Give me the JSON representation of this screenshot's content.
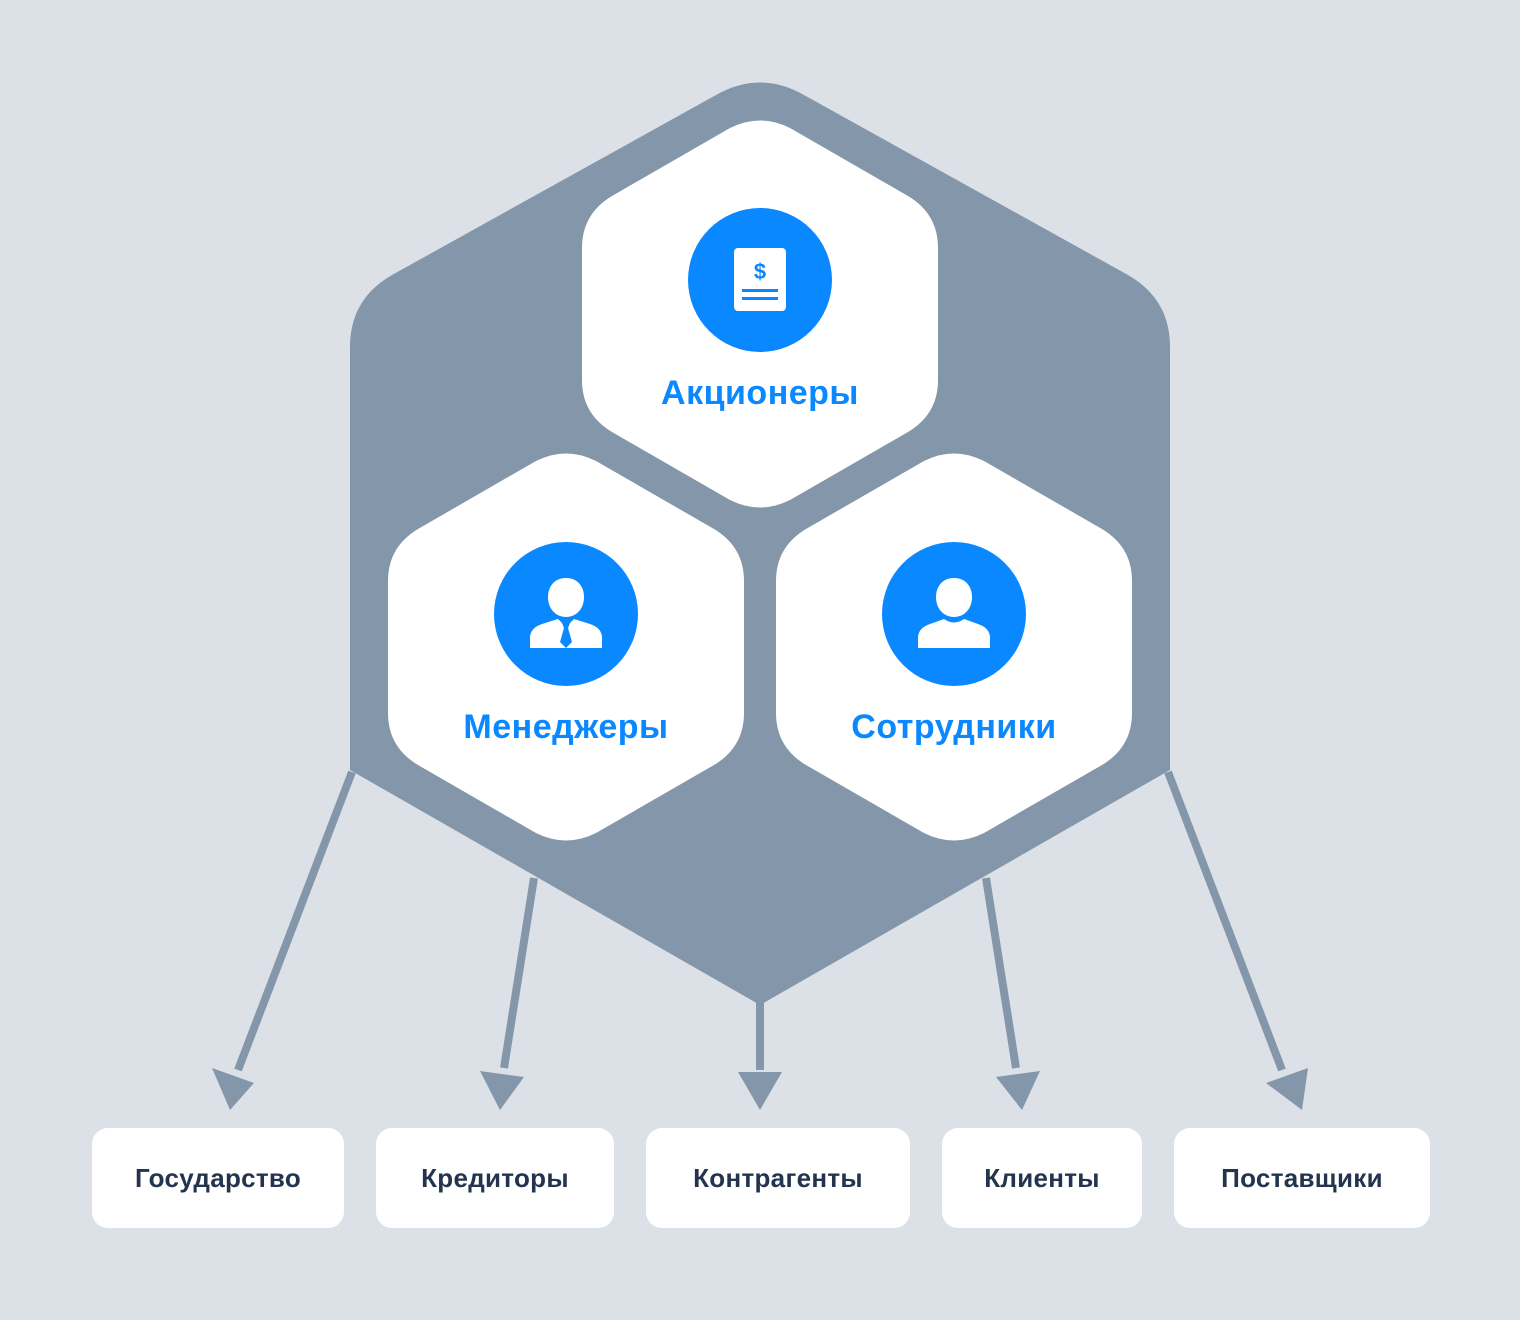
{
  "colors": {
    "background": "#dce1e8",
    "hexagon_outer": "#8497aa",
    "hexagon_inner": "#ffffff",
    "accent_blue": "#0a88ff",
    "box_text": "#23344f"
  },
  "inner_groups": [
    {
      "label": "Акционеры",
      "icon": "document-dollar-icon"
    },
    {
      "label": "Менеджеры",
      "icon": "manager-icon"
    },
    {
      "label": "Сотрудники",
      "icon": "employee-icon"
    }
  ],
  "external_groups": [
    {
      "label": "Государство"
    },
    {
      "label": "Кредиторы"
    },
    {
      "label": "Контрагенты"
    },
    {
      "label": "Клиенты"
    },
    {
      "label": "Поставщики"
    }
  ]
}
